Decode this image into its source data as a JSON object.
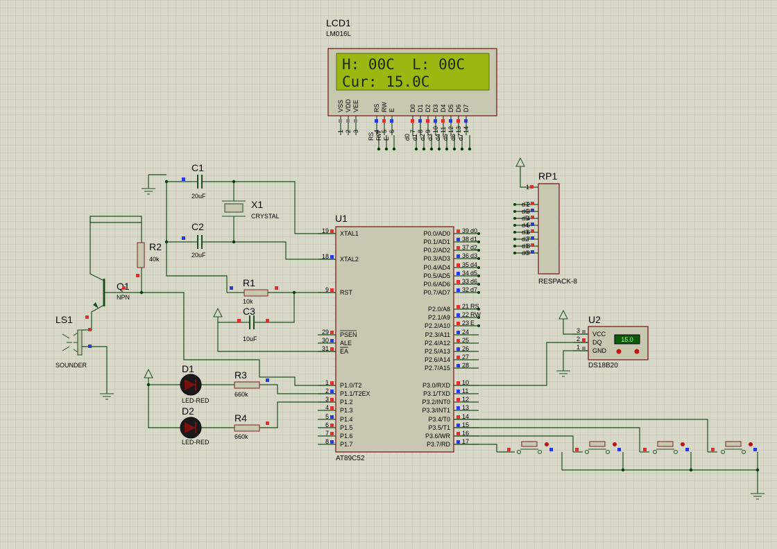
{
  "lcd": {
    "ref": "LCD1",
    "part": "LM016L",
    "line1": "H: 00C  L: 00C",
    "line2": "Cur: 15.0C",
    "pin_names": [
      "VSS",
      "VDD",
      "VEE",
      "RS",
      "RW",
      "E",
      "D0",
      "D1",
      "D2",
      "D3",
      "D4",
      "D5",
      "D6",
      "D7"
    ],
    "pin_numbers": [
      "1",
      "2",
      "3",
      "4",
      "5",
      "6",
      "7",
      "8",
      "9",
      "10",
      "11",
      "12",
      "13",
      "14"
    ],
    "net_labels": [
      "RS",
      "RW",
      "E",
      "d0",
      "d1",
      "d2",
      "d3",
      "d4",
      "d5",
      "d6",
      "d7"
    ]
  },
  "mcu": {
    "ref": "U1",
    "part": "AT89C52",
    "left_pins": [
      {
        "num": "19",
        "name": "XTAL1"
      },
      {
        "num": "18",
        "name": "XTAL2"
      },
      {
        "num": "9",
        "name": "RST"
      },
      {
        "num": "29",
        "name": "PSEN"
      },
      {
        "num": "30",
        "name": "ALE"
      },
      {
        "num": "31",
        "name": "EA"
      },
      {
        "num": "1",
        "name": "P1.0/T2"
      },
      {
        "num": "2",
        "name": "P1.1/T2EX"
      },
      {
        "num": "3",
        "name": "P1.2"
      },
      {
        "num": "4",
        "name": "P1.3"
      },
      {
        "num": "5",
        "name": "P1.4"
      },
      {
        "num": "6",
        "name": "P1.5"
      },
      {
        "num": "7",
        "name": "P1.6"
      },
      {
        "num": "8",
        "name": "P1.7"
      }
    ],
    "right_pins": [
      {
        "num": "39",
        "name": "P0.0/AD0",
        "net": "d0"
      },
      {
        "num": "38",
        "name": "P0.1/AD1",
        "net": "d1"
      },
      {
        "num": "37",
        "name": "P0.2/AD2",
        "net": "d2"
      },
      {
        "num": "36",
        "name": "P0.3/AD3",
        "net": "d3"
      },
      {
        "num": "35",
        "name": "P0.4/AD4",
        "net": "d4"
      },
      {
        "num": "34",
        "name": "P0.5/AD5",
        "net": "d5"
      },
      {
        "num": "33",
        "name": "P0.6/AD6",
        "net": "d6"
      },
      {
        "num": "32",
        "name": "P0.7/AD7",
        "net": "d7"
      },
      {
        "num": "21",
        "name": "P2.0/A8",
        "net": "RS"
      },
      {
        "num": "22",
        "name": "P2.1/A9",
        "net": "RW"
      },
      {
        "num": "23",
        "name": "P2.2/A10",
        "net": "E"
      },
      {
        "num": "24",
        "name": "P2.3/A11",
        "net": ""
      },
      {
        "num": "25",
        "name": "P2.4/A12",
        "net": ""
      },
      {
        "num": "26",
        "name": "P2.5/A13",
        "net": ""
      },
      {
        "num": "27",
        "name": "P2.6/A14",
        "net": ""
      },
      {
        "num": "28",
        "name": "P2.7/A15",
        "net": ""
      },
      {
        "num": "10",
        "name": "P3.0/RXD",
        "net": ""
      },
      {
        "num": "11",
        "name": "P3.1/TXD",
        "net": ""
      },
      {
        "num": "12",
        "name": "P3.2/INT0",
        "net": ""
      },
      {
        "num": "13",
        "name": "P3.3/INT1",
        "net": ""
      },
      {
        "num": "14",
        "name": "P3.4/T0",
        "net": ""
      },
      {
        "num": "15",
        "name": "P3.5/T1",
        "net": ""
      },
      {
        "num": "16",
        "name": "P3.6/WR",
        "net": ""
      },
      {
        "num": "17",
        "name": "P3.7/RD",
        "net": ""
      }
    ]
  },
  "rp1": {
    "ref": "RP1",
    "part": "RESPACK-8",
    "pin1": "1",
    "pins": [
      {
        "num": "2",
        "net": "d7"
      },
      {
        "num": "3",
        "net": "d6"
      },
      {
        "num": "4",
        "net": "d5"
      },
      {
        "num": "5",
        "net": "d4"
      },
      {
        "num": "6",
        "net": "d3"
      },
      {
        "num": "7",
        "net": "d2"
      },
      {
        "num": "8",
        "net": "d1"
      },
      {
        "num": "9",
        "net": "d0"
      }
    ]
  },
  "sensor": {
    "ref": "U2",
    "part": "DS18B20",
    "display": "15.0",
    "pins": [
      {
        "num": "3",
        "name": "VCC"
      },
      {
        "num": "2",
        "name": "DQ"
      },
      {
        "num": "1",
        "name": "GND"
      }
    ]
  },
  "components": {
    "c1": {
      "ref": "C1",
      "value": "20uF"
    },
    "c2": {
      "ref": "C2",
      "value": "20uF"
    },
    "c3": {
      "ref": "C3",
      "value": "10uF"
    },
    "x1": {
      "ref": "X1",
      "value": "CRYSTAL"
    },
    "r1": {
      "ref": "R1",
      "value": "10k"
    },
    "r2": {
      "ref": "R2",
      "value": "40k"
    },
    "r3": {
      "ref": "R3",
      "value": "660k"
    },
    "r4": {
      "ref": "R4",
      "value": "660k"
    },
    "q1": {
      "ref": "Q1",
      "value": "NPN"
    },
    "ls1": {
      "ref": "LS1",
      "value": "SOUNDER"
    },
    "d1": {
      "ref": "D1",
      "value": "LED-RED"
    },
    "d2": {
      "ref": "D2",
      "value": "LED-RED"
    }
  },
  "colors": {
    "background": "#d8d8c8",
    "grid": "#c4c4b2",
    "wire": "#1e4d1e",
    "component_outline": "#7a2020",
    "component_fill": "#c8c8b0",
    "lcd_screen": "#9ab812",
    "pin_active": "#e03030",
    "pin_inactive": "#2a3ae0"
  }
}
